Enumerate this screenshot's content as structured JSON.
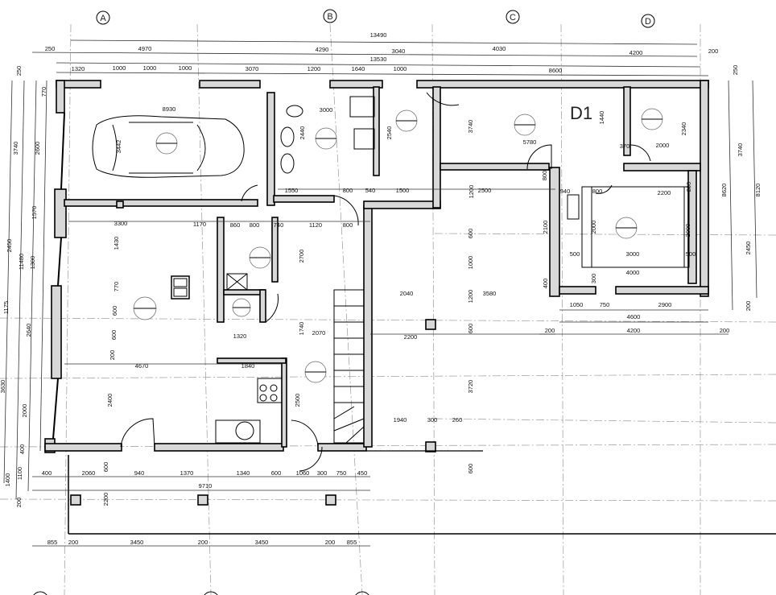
{
  "axes": {
    "top": [
      "A",
      "B",
      "C",
      "D"
    ]
  },
  "dims_top": {
    "total_outer": "13490",
    "row2": [
      "250",
      "4970",
      "4290",
      "3040",
      "4030",
      "4200",
      "200"
    ],
    "total_inner": "13530",
    "row3": [
      "1320",
      "1000",
      "1000",
      "1000",
      "3070",
      "1200",
      "1640",
      "1000",
      "8600"
    ],
    "right_corner": "250"
  },
  "dims_left": [
    "250",
    "770",
    "3740",
    "2600",
    "1570",
    "2450",
    "11480",
    "1300",
    "1175",
    "2640",
    "3630",
    "2000",
    "400",
    "1400",
    "1100",
    "200"
  ],
  "dims_bottom": {
    "row1": [
      "400",
      "2060",
      "940",
      "1370",
      "1340",
      "600",
      "1060",
      "300",
      "750",
      "450"
    ],
    "total": "9710",
    "porch_depth": "2200",
    "porch_wall": "600",
    "row2": [
      "855",
      "200",
      "3450",
      "200",
      "3450",
      "200",
      "855"
    ]
  },
  "dims_right": [
    "3740",
    "8620",
    "8120",
    "2450",
    "200"
  ],
  "dims_right_bottom": {
    "row1": [
      "1050",
      "750",
      "2900"
    ],
    "total1": "4600",
    "row2": [
      "200",
      "4200",
      "200"
    ]
  },
  "dims_wing": [
    "1440",
    "2340",
    "370",
    "2000",
    "800",
    "940",
    "800",
    "2200",
    "200",
    "2100",
    "2000",
    "2000",
    "500",
    "3000",
    "500",
    "4000",
    "300",
    "400",
    "5780",
    "3740"
  ],
  "dims_middle": [
    "8930",
    "3442",
    "3000",
    "2440",
    "2540",
    "1550",
    "800",
    "540",
    "1500",
    "2500",
    "1200",
    "3300",
    "1170",
    "860",
    "800",
    "740",
    "1120",
    "800",
    "2700",
    "1430",
    "770",
    "600",
    "600",
    "200",
    "4670",
    "1840",
    "1320",
    "1740",
    "2070",
    "2040",
    "2200",
    "3580",
    "2400",
    "2500",
    "1940",
    "300",
    "260",
    "600",
    "1000",
    "1200",
    "3720",
    "600",
    "600"
  ],
  "annotation": "D1"
}
